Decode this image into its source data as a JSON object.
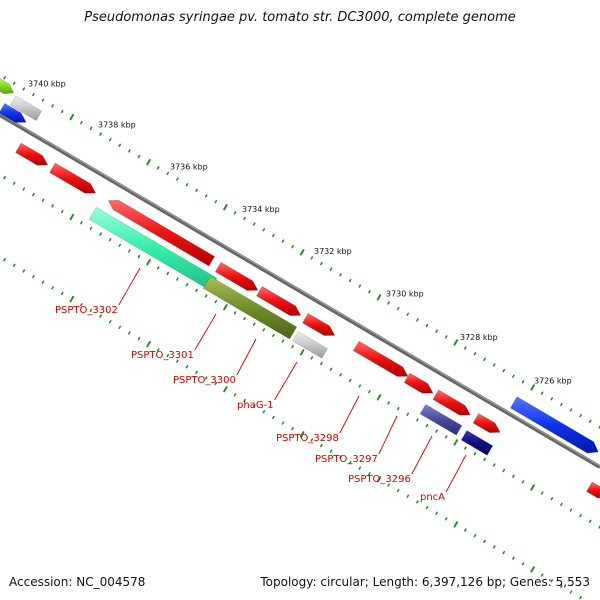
{
  "title": "Pseudomonas syringae pv. tomato str. DC3000, complete genome",
  "footer": {
    "accession": "Accession: NC_004578",
    "summary": "Topology: circular; Length: 6,397,126 bp; Genes: 5,553"
  },
  "colors": {
    "backbone": "#777777",
    "tick": "#2a8a2a",
    "cds": "#ee1111",
    "label": "#cc0000",
    "blue": "#1133ee",
    "teal": "#33eeaa",
    "olive": "#6f8f2a",
    "grey": "#c8c8c8",
    "slate": "#4a4aa0",
    "navy": "#10107a",
    "lime": "#88dd22"
  },
  "kbp_ticks": [
    "3740 kbp",
    "3738 kbp",
    "3736 kbp",
    "3734 kbp",
    "3732 kbp",
    "3730 kbp",
    "3728 kbp",
    "3726 kbp"
  ],
  "gene_labels": [
    "PSPTO_3302",
    "PSPTO_3301",
    "PSPTO_3300",
    "phaG-1",
    "PSPTO_3298",
    "PSPTO_3297",
    "PSPTO_3296",
    "pncA"
  ]
}
